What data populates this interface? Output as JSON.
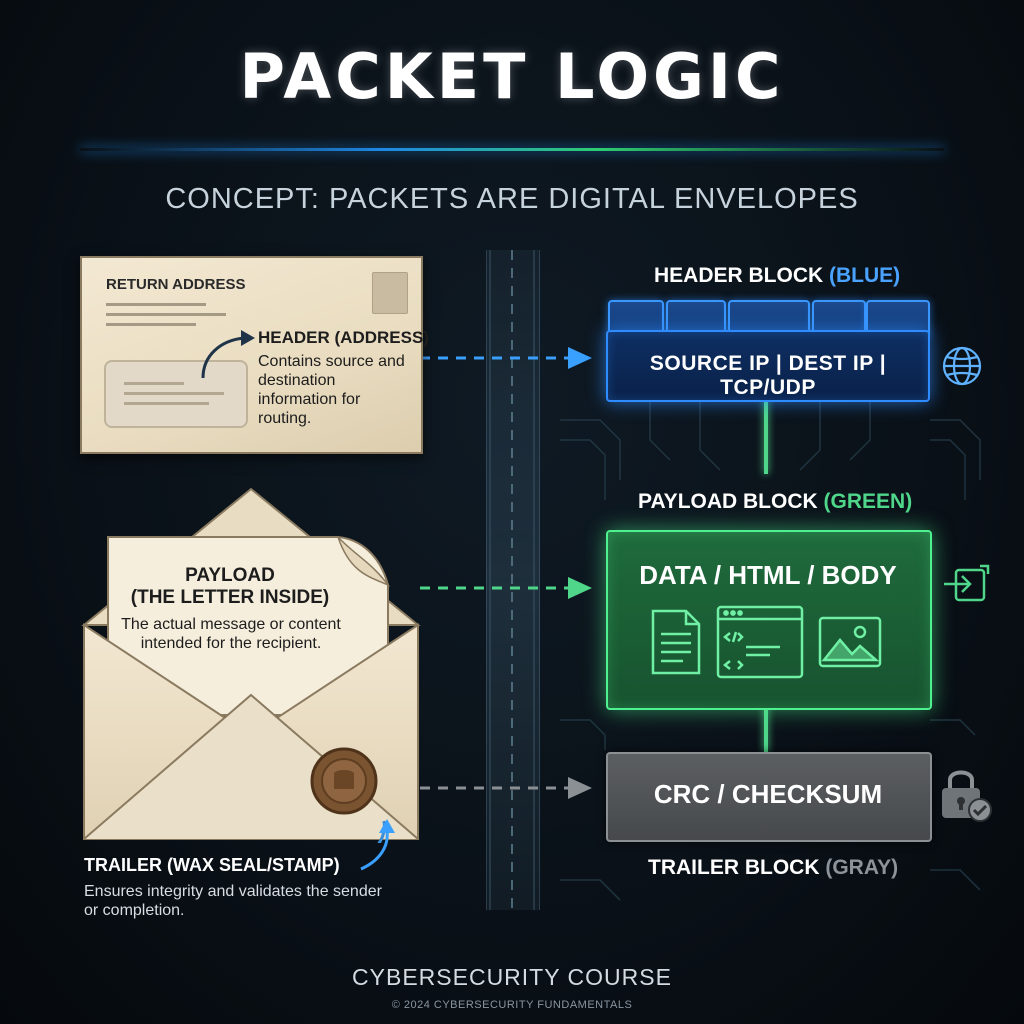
{
  "title": "PACKET LOGIC",
  "subtitle": "CONCEPT: PACKETS ARE DIGITAL ENVELOPES",
  "envelope_header": {
    "return_address": "RETURN ADDRESS",
    "title": "HEADER (ADDRESS)",
    "description": "Contains source and destination information for routing."
  },
  "envelope_payload": {
    "title_line1": "PAYLOAD",
    "title_line2": "(THE LETTER INSIDE)",
    "description": "The actual message or content intended for the recipient."
  },
  "envelope_trailer": {
    "title": "TRAILER (WAX SEAL/STAMP)",
    "description": "Ensures integrity and validates the sender or completion."
  },
  "header_block": {
    "label": "HEADER BLOCK",
    "color_label": "(BLUE)",
    "fields": "SOURCE IP | DEST IP | TCP/UDP",
    "icon": "globe-icon",
    "color": "#2f8cff"
  },
  "payload_block": {
    "label": "PAYLOAD BLOCK",
    "color_label": "(GREEN)",
    "content": "DATA / HTML / BODY",
    "icons": [
      "document-icon",
      "code-window-icon",
      "image-icon"
    ],
    "side_icon": "transfer-icon",
    "color": "#4ff08f"
  },
  "trailer_block": {
    "label": "TRAILER BLOCK",
    "color_label": "(GRAY)",
    "content": "CRC / CHECKSUM",
    "icon": "lock-check-icon",
    "color": "#8b9094"
  },
  "footer": {
    "course": "CYBERSECURITY COURSE",
    "copyright": "© 2024 CYBERSECURITY FUNDAMENTALS"
  }
}
